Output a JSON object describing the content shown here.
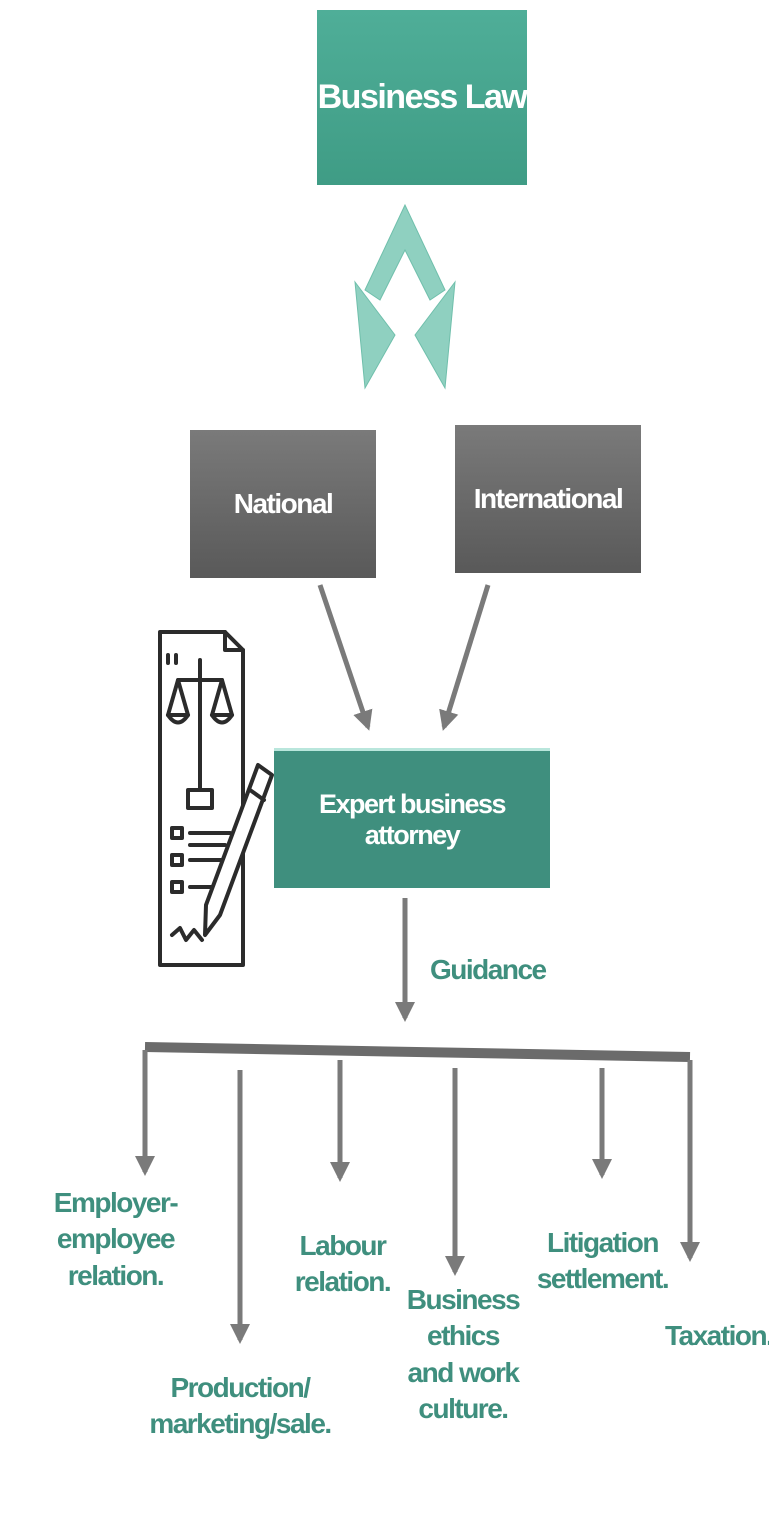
{
  "diagram": {
    "root": "Business Law",
    "scopes": [
      "National",
      "International"
    ],
    "expert": "Expert business attorney",
    "connector_label": "Guidance",
    "areas": [
      "Employer-\nemployee relation.",
      "Production/\nmarketing/sale.",
      "Labour\nrelation.",
      "Business ethics\nand work\nculture.",
      "Litigation\nsettlement.",
      "Taxation."
    ],
    "icon": "legal-document-with-scales-icon",
    "colors": {
      "teal": "#4fae98",
      "dark_teal": "#3f8f7e",
      "grey": "#666666",
      "arrow": "#7a7a7a",
      "split_arrow": "#8fd0c0"
    }
  }
}
